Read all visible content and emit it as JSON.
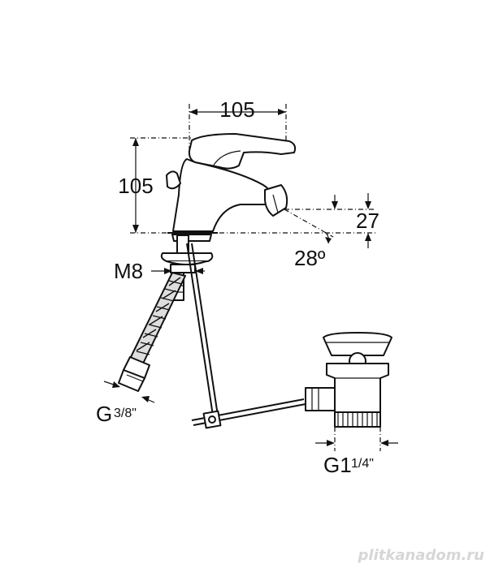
{
  "dimensions": {
    "width_top": "105",
    "height_left": "105",
    "offset_right": "27",
    "angle": "28º",
    "thread_m": "M8",
    "hose_connection_main": "G",
    "hose_connection_frac": "3/8\"",
    "waste_connection_main": "G1",
    "waste_connection_frac": "1/4\""
  },
  "watermark": "plitkanadom.ru"
}
